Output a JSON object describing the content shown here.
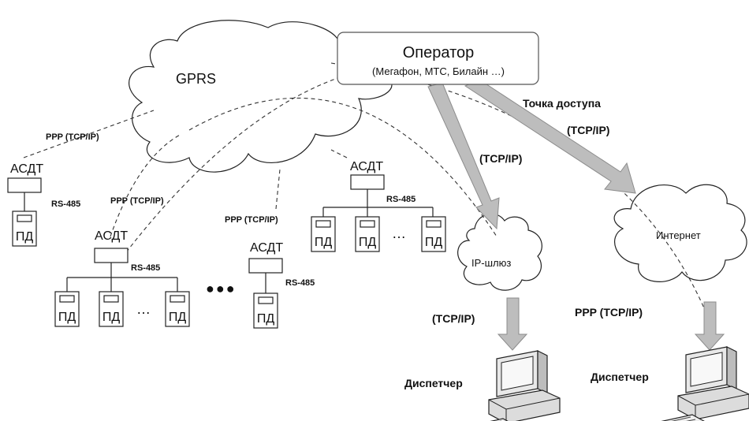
{
  "operator": {
    "title": "Оператор",
    "subtitle": "(Мегафон, МТС, Билайн …)"
  },
  "gprs": "GPRS",
  "access_point": "Точка доступа",
  "internet": "Интернет",
  "ip_gateway": "IP-шлюз",
  "tcpip": "(TCP/IP)",
  "ppp": "PPP (TCP/IP)",
  "ppp_big": "PPP (TCP/IP)",
  "asdt": "АСДТ",
  "rs485": "RS-485",
  "pd": "ПД",
  "ellipsis": "…",
  "big_dots": "●●●",
  "dispatcher": "Диспетчер"
}
